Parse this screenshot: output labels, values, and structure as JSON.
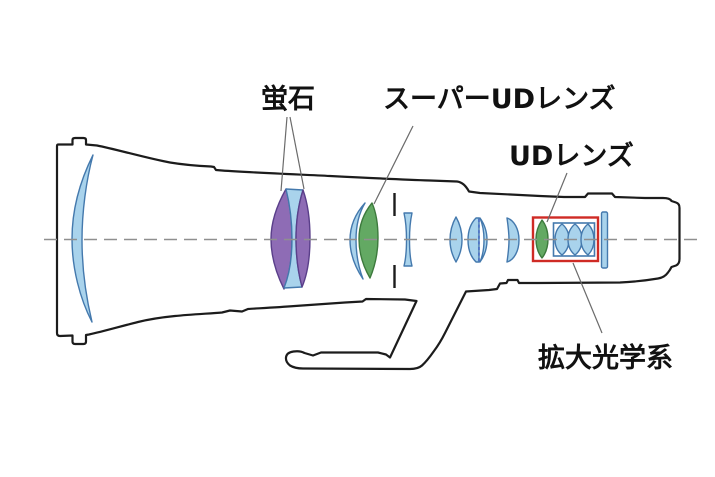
{
  "diagram": {
    "title_hint": "telephoto-lens-optical-cross-section",
    "labels": {
      "fluorite": "蛍石",
      "super_ud": "スーパーUDレンズ",
      "ud": "UDレンズ",
      "magnifying_optics": "拡大光学系"
    },
    "colors": {
      "fluorite_fill": "#8e6cb5",
      "ud_glass_fill": "#63a963",
      "glass_fill": "#a9d3ec",
      "highlight_box": "#cf2b25",
      "outline": "#1c1c1c",
      "axis": "#8f8f8f",
      "leader": "#6b6b6b"
    }
  }
}
